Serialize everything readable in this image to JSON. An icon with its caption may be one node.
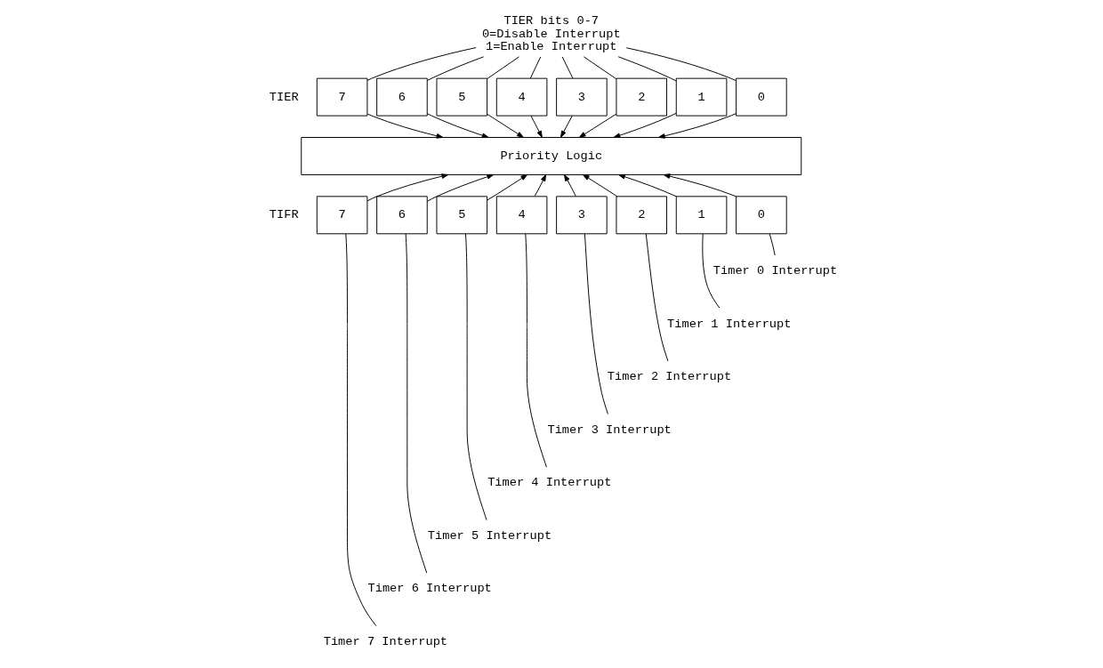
{
  "diagram": {
    "nodes": [
      {
        "text": [
          "TIER bits 0-7",
          "0=Disable Interrupt",
          "1=Enable Interrupt"
        ]
      },
      {
        "text": [
          "7"
        ]
      },
      {
        "text": [
          "6"
        ]
      },
      {
        "text": [
          "5"
        ]
      },
      {
        "text": [
          "4"
        ]
      },
      {
        "text": [
          "3"
        ]
      },
      {
        "text": [
          "2"
        ]
      },
      {
        "text": [
          "1"
        ]
      },
      {
        "text": [
          "0"
        ]
      },
      {
        "text": [
          "Priority Logic"
        ]
      },
      {
        "text": [
          "7"
        ]
      },
      {
        "text": [
          "6"
        ]
      },
      {
        "text": [
          "5"
        ]
      },
      {
        "text": [
          "4"
        ]
      },
      {
        "text": [
          "3"
        ]
      },
      {
        "text": [
          "2"
        ]
      },
      {
        "text": [
          "1"
        ]
      },
      {
        "text": [
          "0"
        ]
      },
      {
        "text": [
          "Timer 0 Interrupt"
        ]
      },
      {
        "text": [
          "Timer 1 Interrupt"
        ]
      },
      {
        "text": [
          "Timer 2 Interrupt"
        ]
      },
      {
        "text": [
          "Timer 3 Interrupt"
        ]
      },
      {
        "text": [
          "Timer 4 Interrupt"
        ]
      },
      {
        "text": [
          "Timer 5 Interrupt"
        ]
      },
      {
        "text": [
          "Timer 6 Interrupt"
        ]
      },
      {
        "text": [
          "Timer 7 Interrupt"
        ]
      }
    ],
    "edges": [
      {
        "from": 0,
        "to": 1,
        "arrow": "none"
      },
      {
        "from": 0,
        "to": 2,
        "arrow": "none"
      },
      {
        "from": 0,
        "to": 3,
        "arrow": "none"
      },
      {
        "from": 0,
        "to": 4,
        "arrow": "none"
      },
      {
        "from": 0,
        "to": 5,
        "arrow": "none"
      },
      {
        "from": 0,
        "to": 6,
        "arrow": "none"
      },
      {
        "from": 0,
        "to": 7,
        "arrow": "none"
      },
      {
        "from": 0,
        "to": 8,
        "arrow": "none"
      },
      {
        "from": 1,
        "to": 9,
        "arrow": "to"
      },
      {
        "from": 2,
        "to": 9,
        "arrow": "to"
      },
      {
        "from": 3,
        "to": 9,
        "arrow": "to"
      },
      {
        "from": 4,
        "to": 9,
        "arrow": "to"
      },
      {
        "from": 5,
        "to": 9,
        "arrow": "to"
      },
      {
        "from": 6,
        "to": 9,
        "arrow": "to"
      },
      {
        "from": 7,
        "to": 9,
        "arrow": "to"
      },
      {
        "from": 8,
        "to": 9,
        "arrow": "to"
      },
      {
        "from": 10,
        "to": 9,
        "arrow": "to"
      },
      {
        "from": 11,
        "to": 9,
        "arrow": "to"
      },
      {
        "from": 12,
        "to": 9,
        "arrow": "to"
      },
      {
        "from": 13,
        "to": 9,
        "arrow": "to"
      },
      {
        "from": 14,
        "to": 9,
        "arrow": "to"
      },
      {
        "from": 15,
        "to": 9,
        "arrow": "to"
      },
      {
        "from": 16,
        "to": 9,
        "arrow": "to"
      },
      {
        "from": 17,
        "to": 9,
        "arrow": "to"
      },
      {
        "from": 18,
        "to": 17,
        "arrow": "none"
      },
      {
        "from": 19,
        "to": 16,
        "arrow": "none"
      },
      {
        "from": 20,
        "to": 15,
        "arrow": "none"
      },
      {
        "from": 21,
        "to": 14,
        "arrow": "none"
      },
      {
        "from": 22,
        "to": 13,
        "arrow": "none"
      },
      {
        "from": 23,
        "to": 12,
        "arrow": "none"
      },
      {
        "from": 24,
        "to": 11,
        "arrow": "none"
      },
      {
        "from": 25,
        "to": 10,
        "arrow": "none"
      }
    ],
    "labels": [
      "TIER",
      "TIFR"
    ]
  }
}
